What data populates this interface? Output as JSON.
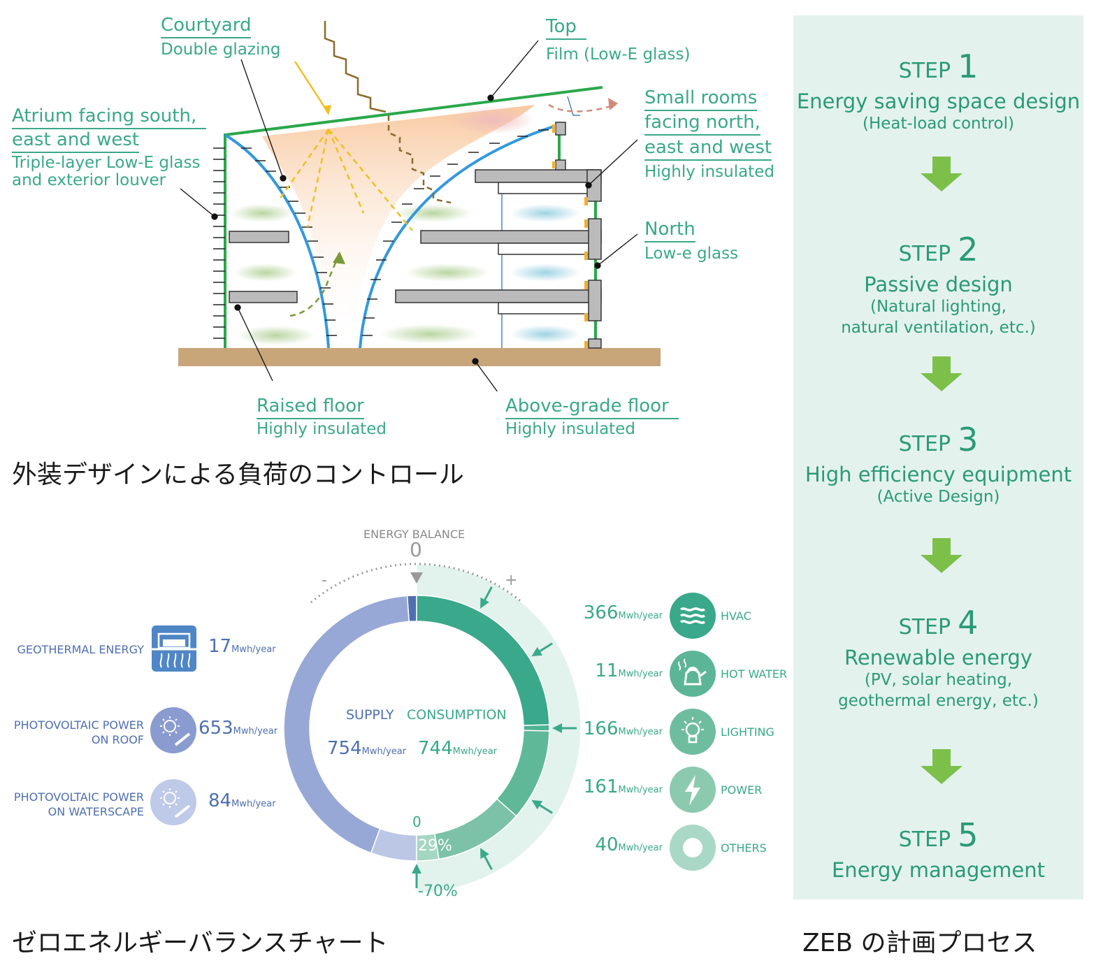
{
  "diagram_labels": {
    "courtyard": "Courtyard",
    "courtyard_sub": "Double glazing",
    "top": "Top",
    "top_sub": "Film (Low-E glass)",
    "atrium_line1": "Atrium facing south,",
    "atrium_line2": "east and west",
    "atrium_sub1": "Triple-layer Low-E glass",
    "atrium_sub2": "and exterior louver",
    "small_rooms1": "Small rooms",
    "small_rooms2": "facing north,",
    "small_rooms3": "east and west",
    "small_rooms_sub": "Highly insulated",
    "north": "North",
    "north_sub": "Low-e glass",
    "raised_floor": "Raised floor",
    "raised_floor_sub": "Highly insulated",
    "above_grade": "Above-grade floor",
    "above_grade_sub": "Highly insulated"
  },
  "captions": {
    "facade": "外装デザインによる負荷のコントロール",
    "balance": "ゼロエネルギーバランスチャート",
    "process": "ZEB の計画プロセス"
  },
  "steps": [
    {
      "label": "STEP",
      "num": "1",
      "title": "Energy saving space design",
      "sub1": "(Heat-load control)",
      "sub2": ""
    },
    {
      "label": "STEP",
      "num": "2",
      "title": "Passive design",
      "sub1": "(Natural lighting,",
      "sub2": "natural ventilation, etc.)"
    },
    {
      "label": "STEP",
      "num": "3",
      "title": "High efficiency equipment",
      "sub1": "(Active Design)",
      "sub2": ""
    },
    {
      "label": "STEP",
      "num": "4",
      "title": "Renewable energy",
      "sub1": "(PV, solar heating,",
      "sub2": "geothermal energy, etc.)"
    },
    {
      "label": "STEP",
      "num": "5",
      "title": "Energy management",
      "sub1": "",
      "sub2": ""
    }
  ],
  "colors": {
    "accent_green": "#3aa88a",
    "step_green": "#2a9a76",
    "arrow_green": "#7cc04a",
    "supply_blue": "#97a8d6",
    "supply_light": "#bcc7e6",
    "panel_bg": "#e4f2ee"
  },
  "chart_data": {
    "type": "pie",
    "title": "ENERGY BALANCE",
    "balance_zero": "0",
    "minus": "-",
    "plus": "+",
    "center_supply": "SUPPLY",
    "center_consumption": "CONSUMPTION",
    "supply_total": {
      "value": 754,
      "value_text": "754",
      "unit": "Mwh/year"
    },
    "consumption_total": {
      "value": 744,
      "value_text": "744",
      "unit": "Mwh/year"
    },
    "supply": [
      {
        "name": "GEOTHERMAL ENERGY",
        "value": 17,
        "value_text": "17",
        "unit": "Mwh/year",
        "icon": "geothermal-icon"
      },
      {
        "name_line1": "PHOTOVOLTAIC POWER",
        "name_line2": "ON ROOF",
        "value": 653,
        "value_text": "653",
        "unit": "Mwh/year",
        "icon": "solar-panel-icon"
      },
      {
        "name_line1": "PHOTOVOLTAIC POWER",
        "name_line2": "ON WATERSCAPE",
        "value": 84,
        "value_text": "84",
        "unit": "Mwh/year",
        "icon": "solar-panel-icon"
      }
    ],
    "consumption": [
      {
        "name": "HVAC",
        "value": 366,
        "value_text": "366",
        "unit": "Mwh/year",
        "icon": "hvac-waves-icon",
        "color": "#3aa88a"
      },
      {
        "name": "HOT WATER",
        "value": 11,
        "value_text": "11",
        "unit": "Mwh/year",
        "icon": "kettle-icon",
        "color": "#4db392"
      },
      {
        "name": "LIGHTING",
        "value": 166,
        "value_text": "166",
        "unit": "Mwh/year",
        "icon": "lightbulb-icon",
        "color": "#5fb898"
      },
      {
        "name": "POWER",
        "value": 161,
        "value_text": "161",
        "unit": "Mwh/year",
        "icon": "lightning-icon",
        "color": "#7cc2a8"
      },
      {
        "name": "OTHERS",
        "value": 40,
        "value_text": "40",
        "unit": "Mwh/year",
        "icon": "ring-icon",
        "color": "#a4d6c3"
      }
    ],
    "reduction_zero": "0",
    "reduction_29": "29%",
    "reduction_70": "-70%"
  }
}
